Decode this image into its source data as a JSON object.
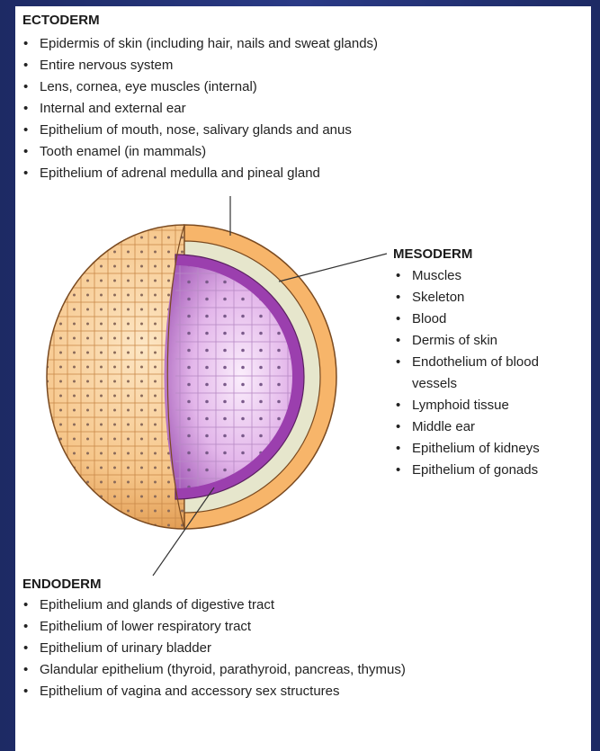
{
  "ectoderm": {
    "heading": "ECTODERM",
    "items": [
      "Epidermis of skin (including hair, nails and sweat glands)",
      "Entire nervous system",
      "Lens, cornea, eye muscles (internal)",
      "Internal and external ear",
      "Epithelium of mouth, nose, salivary glands and anus",
      "Tooth enamel (in mammals)",
      "Epithelium of adrenal medulla and pineal gland"
    ]
  },
  "mesoderm": {
    "heading": "MESODERM",
    "items": [
      "Muscles",
      "Skeleton",
      "Blood",
      "Dermis of skin",
      "Endothelium of blood vessels",
      "Lymphoid tissue",
      "Middle ear",
      "Epithelium of kidneys",
      "Epithelium of gonads"
    ]
  },
  "endoderm": {
    "heading": "ENDODERM",
    "items": [
      "Epithelium and glands of digestive tract",
      "Epithelium of lower respiratory tract",
      "Epithelium of urinary bladder",
      "Glandular epithelium (thyroid, parathyroid, pancreas, thymus)",
      "Epithelium of vagina and accessory sex structures"
    ]
  },
  "colors": {
    "ectoderm_layer": "#f7b56a",
    "mesoderm_layer": "#e6e6cc",
    "endoderm_layer": "#9b3fae",
    "endoderm_inner": "#d8a8e2",
    "background_frame": "#23306e"
  }
}
